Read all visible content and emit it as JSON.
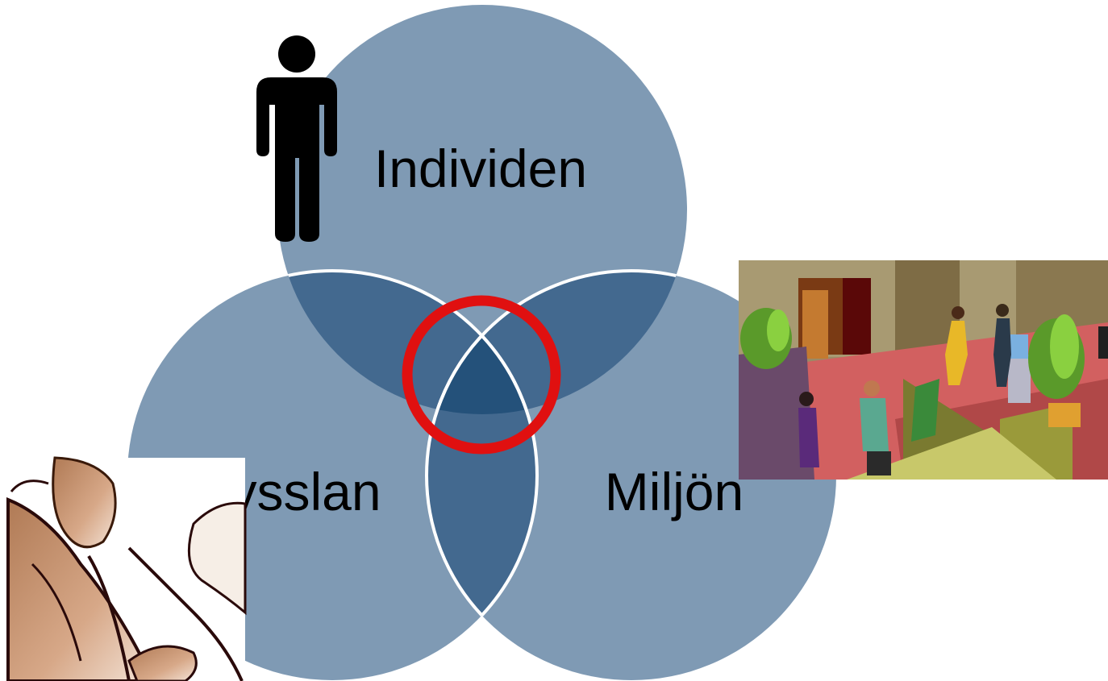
{
  "diagram": {
    "type": "venn-3",
    "sets": [
      {
        "id": "individ",
        "label": "Individen"
      },
      {
        "id": "syssla",
        "label": "Sysslan"
      },
      {
        "id": "miljo",
        "label": "Miljön"
      }
    ],
    "highlight": "center-intersection",
    "colors": {
      "circle": "#7f9ab4",
      "pair_overlap": "#43698f",
      "center": "#24517a",
      "circle_outline": "#ffffff",
      "highlight_ring": "#e01010"
    }
  },
  "images": [
    {
      "name": "person-icon",
      "kind": "silhouette"
    },
    {
      "name": "office-illustration",
      "kind": "clipart"
    },
    {
      "name": "writer-illustration",
      "kind": "clipart"
    }
  ]
}
